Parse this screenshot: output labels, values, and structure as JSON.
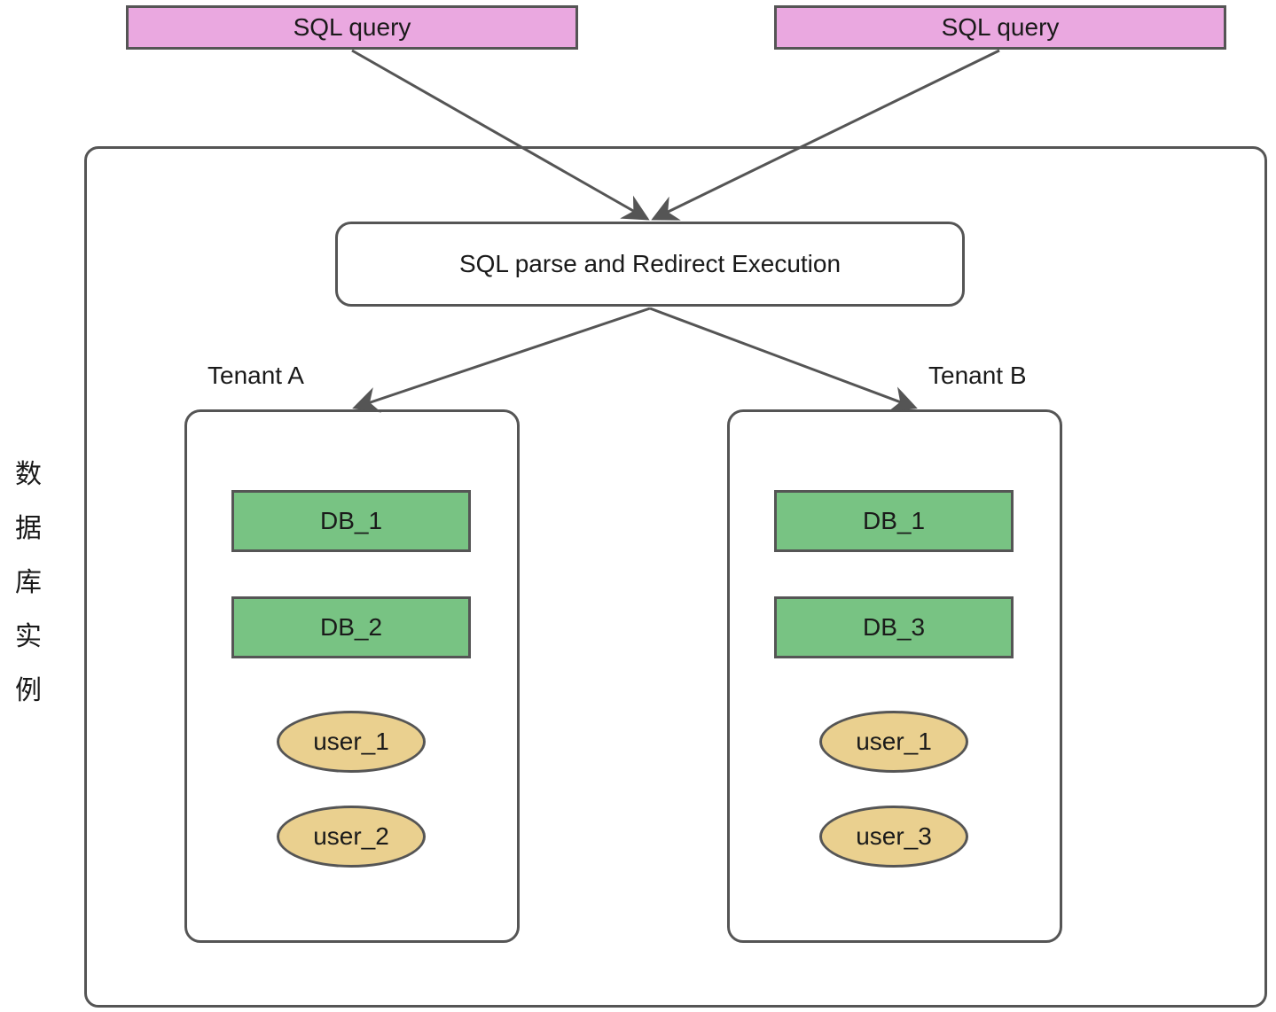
{
  "queries": [
    {
      "label": "SQL query"
    },
    {
      "label": "SQL query"
    }
  ],
  "instance_label": [
    "数",
    "据",
    "库",
    "实",
    "例"
  ],
  "parser": {
    "label": "SQL parse and Redirect Execution"
  },
  "tenants": [
    {
      "label": "Tenant A",
      "databases": [
        "DB_1",
        "DB_2"
      ],
      "users": [
        "user_1",
        "user_2"
      ]
    },
    {
      "label": "Tenant B",
      "databases": [
        "DB_1",
        "DB_3"
      ],
      "users": [
        "user_1",
        "user_3"
      ]
    }
  ],
  "colors": {
    "query_fill": "#eaa8e0",
    "db_fill": "#78c383",
    "user_fill": "#ead08f",
    "stroke": "#555555"
  }
}
